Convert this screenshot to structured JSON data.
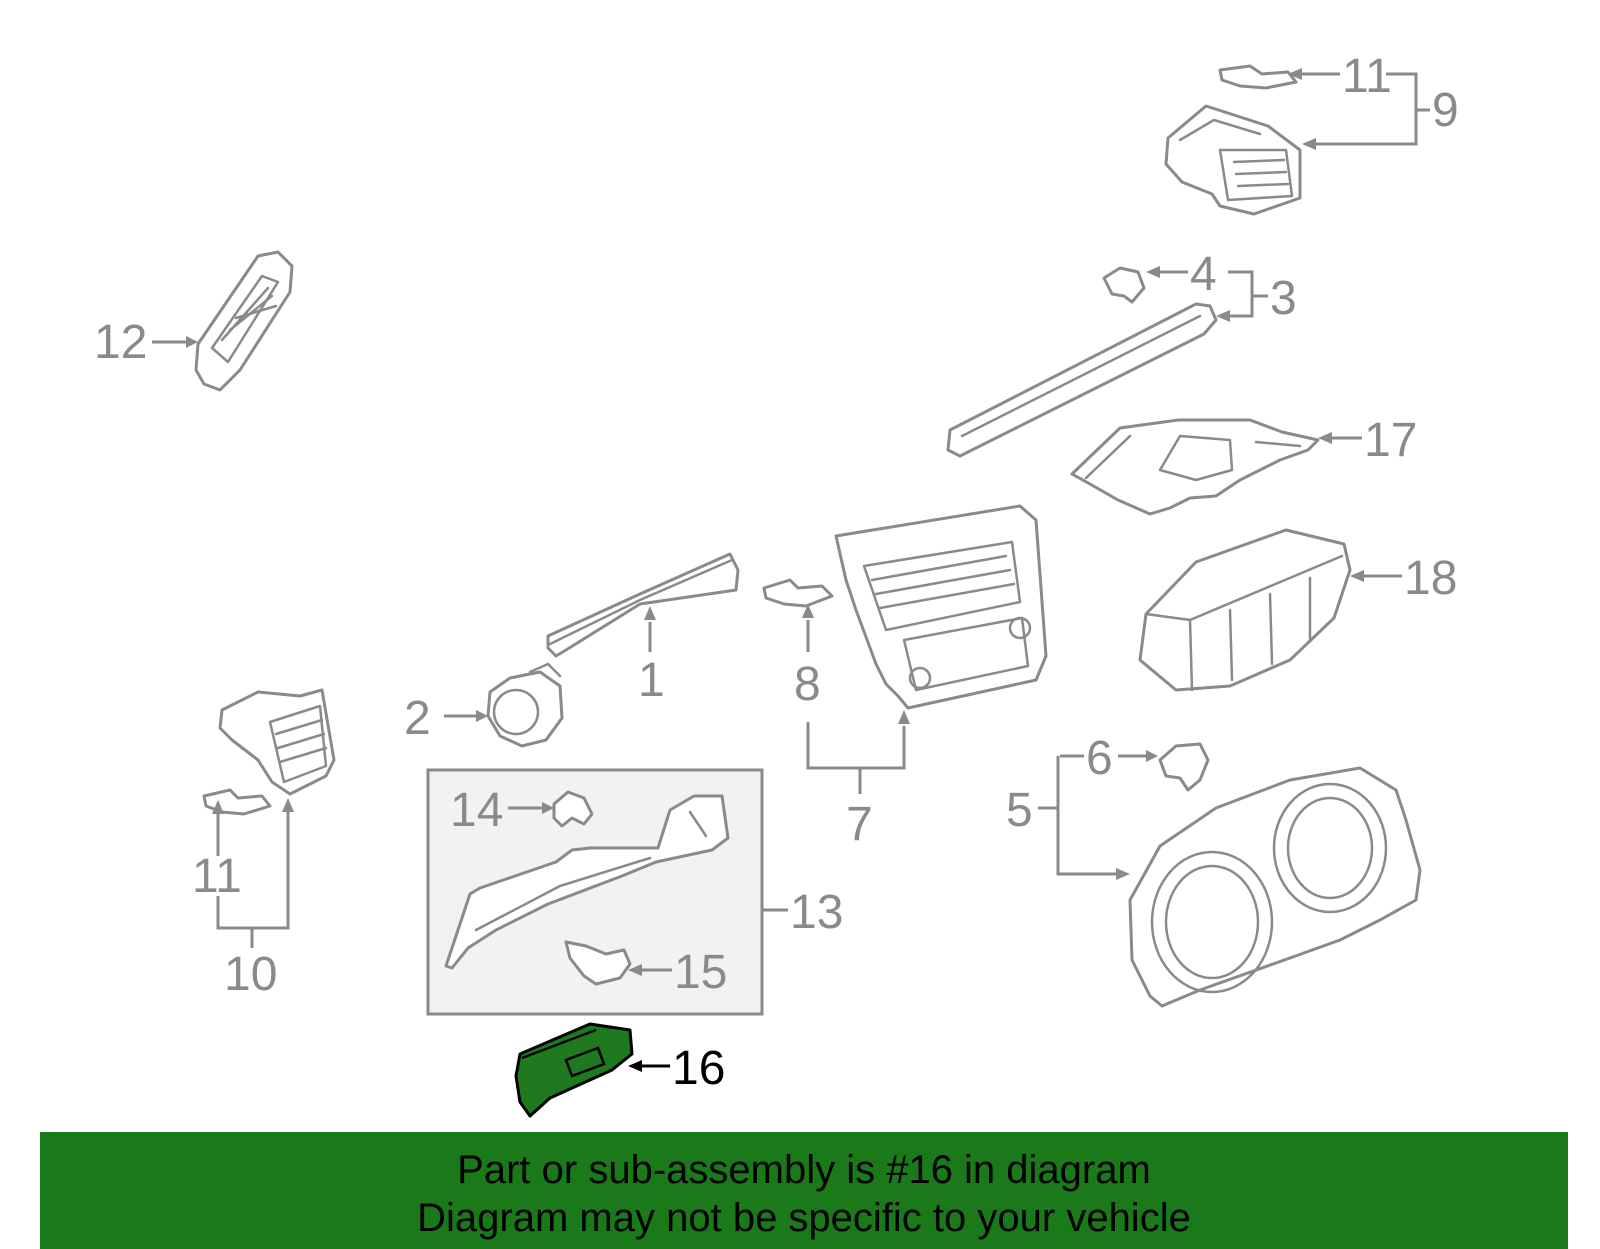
{
  "callouts": {
    "c1": "1",
    "c2": "2",
    "c3": "3",
    "c4": "4",
    "c5": "5",
    "c6": "6",
    "c7": "7",
    "c8": "8",
    "c9": "9",
    "c10": "10",
    "c11a": "11",
    "c11b": "11",
    "c12": "12",
    "c13": "13",
    "c14": "14",
    "c15": "15",
    "c16": "16",
    "c17": "17",
    "c18": "18"
  },
  "highlight_part": "16",
  "colors": {
    "highlight": "#1f7a1f",
    "banner": "#1a7a1a",
    "line": "#8a8a8a"
  },
  "banner": {
    "line1": "Part or sub-assembly is #16 in diagram",
    "line2": "Diagram may not be specific to your vehicle"
  }
}
